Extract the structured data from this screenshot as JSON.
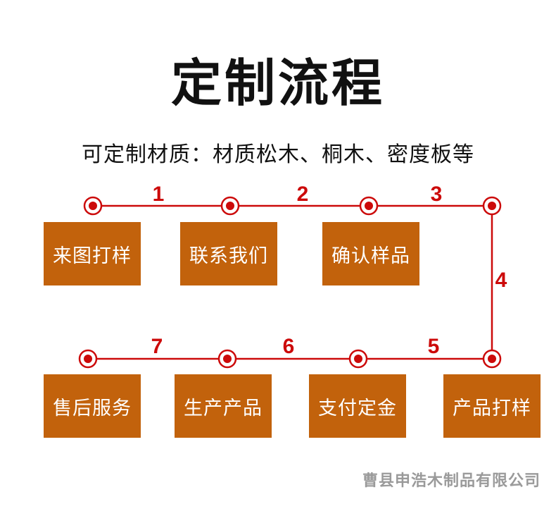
{
  "title": "定制流程",
  "subtitle": "可定制材质：材质松木、桐木、密度板等",
  "steps": [
    {
      "label": "来图打样"
    },
    {
      "label": "联系我们"
    },
    {
      "label": "确认样品"
    },
    {
      "label": "产品打样"
    },
    {
      "label": "支付定金"
    },
    {
      "label": "生产产品"
    },
    {
      "label": "售后服务"
    }
  ],
  "connector_numbers": [
    "1",
    "2",
    "3",
    "4",
    "5",
    "6",
    "7"
  ],
  "colors": {
    "box": "#c2620c",
    "line": "#cc0a0a",
    "number": "#cc0a0a",
    "footer": "#9a9a9a"
  },
  "footer": "曹县申浩木制品有限公司"
}
